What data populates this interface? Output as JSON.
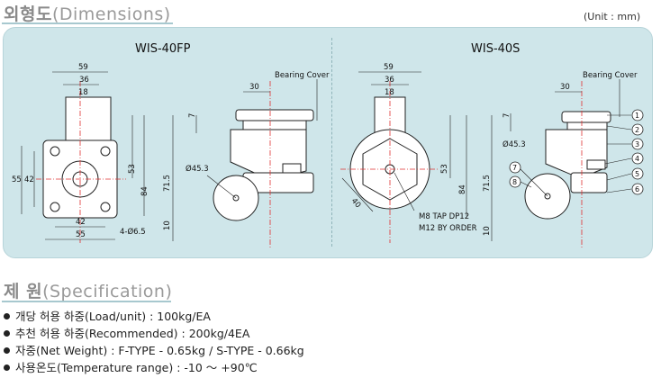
{
  "dimensions_section": {
    "title_ko": "외형도",
    "title_en": "(Dimensions)",
    "unit": "(Unit : mm)"
  },
  "drawings": {
    "left": {
      "model": "WIS-40FP",
      "dims": {
        "top_59": "59",
        "top_36": "36",
        "top_18": "18",
        "offset_30": "30",
        "side_7": "7",
        "height_53": "53",
        "height_84": "84",
        "height_715": "71.5",
        "wheel_dia": "Ø45.3",
        "bottom_10": "10",
        "left_55": "55",
        "left_42": "42",
        "bottom_42": "42",
        "bottom_55": "55",
        "holes": "4-Ø6.5"
      },
      "bearing_cover": "Bearing Cover"
    },
    "right": {
      "model": "WIS-40S",
      "dims": {
        "top_59": "59",
        "top_36": "36",
        "top_18": "18",
        "offset_30": "30",
        "side_7": "7",
        "height_53": "53",
        "height_84": "84",
        "height_715": "71.5",
        "wheel_dia": "Ø45.3",
        "bottom_10": "10",
        "angle_40": "40"
      },
      "bearing_cover": "Bearing Cover",
      "tap_note_1": "M8 TAP DP12",
      "tap_note_2": "M12 BY ORDER",
      "callouts": [
        "1",
        "2",
        "3",
        "4",
        "5",
        "6",
        "7",
        "8"
      ]
    }
  },
  "spec_section": {
    "title_ko": "제 원",
    "title_en": "(Specification)",
    "items": [
      "개당 허용 하중(Load/unit) : 100kg/EA",
      "추천 허용 하중(Recommended) : 200kg/4EA",
      "자중(Net Weight) : F-TYPE - 0.65kg / S-TYPE - 0.66kg",
      "사용온도(Temperature range) : -10 ～ +90℃"
    ]
  }
}
